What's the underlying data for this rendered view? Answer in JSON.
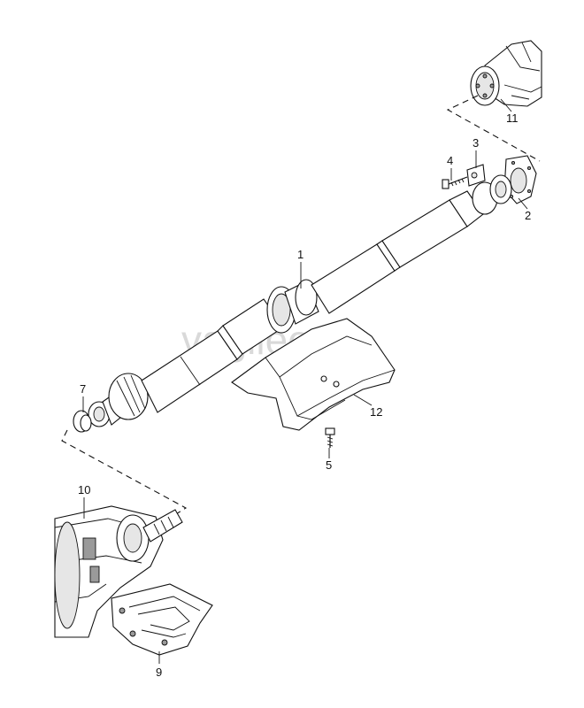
{
  "watermark": "vagileo.ru",
  "callouts": [
    {
      "id": "c1",
      "label": "1"
    },
    {
      "id": "c2",
      "label": "2"
    },
    {
      "id": "c3",
      "label": "3"
    },
    {
      "id": "c4",
      "label": "4"
    },
    {
      "id": "c5",
      "label": "5"
    },
    {
      "id": "c7",
      "label": "7"
    },
    {
      "id": "c9",
      "label": "9"
    },
    {
      "id": "c10",
      "label": "10"
    },
    {
      "id": "c11",
      "label": "11"
    },
    {
      "id": "c12",
      "label": "12"
    }
  ]
}
